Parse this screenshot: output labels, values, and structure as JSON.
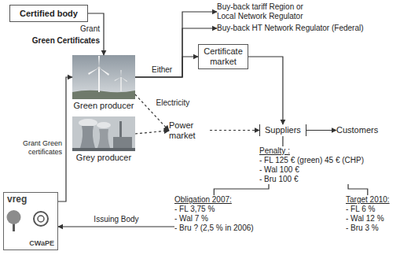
{
  "diagram": {
    "nodes": [
      {
        "text": [
          "Certified body"
        ]
      },
      {
        "text": [
          "Buy-back tariff Region or Local Network Regulator"
        ]
      },
      {
        "text": [
          "Buy-back HT Network Regulator (Federal)"
        ]
      },
      {
        "text": [
          "Certificate market"
        ]
      },
      {
        "text": [
          "Green producer"
        ]
      },
      {
        "text": [
          "Grey producer"
        ]
      },
      {
        "text": [
          "Power market"
        ]
      },
      {
        "text": [
          "Suppliers"
        ]
      },
      {
        "text": [
          "Customers"
        ]
      },
      {
        "text": [
          "Penalty :",
          "- FL 125 € (green) 45 € (CHP)",
          "- Wal 100 €",
          "- Bru 100 €"
        ]
      },
      {
        "text": [
          "Obligation 2007:",
          "- FL 3,75 %",
          "- Wal 7 %",
          "- Bru ? (2,5 % in 2006)"
        ]
      },
      {
        "text": [
          "Target 2010:",
          "- FL 6 %",
          "- Wal 12 %",
          "- Bru 3 %"
        ]
      },
      {
        "text": [
          "vreg",
          "CWaPE"
        ]
      }
    ],
    "edges": [
      {
        "from": 0,
        "to": 4,
        "label": "Grant",
        "arrow": "to"
      },
      {
        "from": 4,
        "to": 1,
        "arrow": "to"
      },
      {
        "from": 4,
        "to": 2,
        "arrow": "to"
      },
      {
        "from": 4,
        "to": 3,
        "arrow": "to"
      },
      {
        "from": 3,
        "to": 7,
        "arrow": "to"
      },
      {
        "from": 4,
        "to": 6,
        "label": "Electricity",
        "arrow": "to"
      },
      {
        "from": 5,
        "to": 6,
        "arrow": "to"
      },
      {
        "from": 6,
        "to": 7,
        "arrow": "to"
      },
      {
        "from": 7,
        "to": 8,
        "arrow": "to"
      },
      {
        "from": 7,
        "to": 9,
        "arrow": "none"
      },
      {
        "from": 9,
        "to": 10,
        "arrow": "none"
      },
      {
        "from": 9,
        "to": 11,
        "arrow": "none"
      },
      {
        "from": 10,
        "to": 12,
        "label": "Issuing Body",
        "arrow": "to"
      },
      {
        "from": 12,
        "to": 4,
        "label": "Grant Green certificates",
        "arrow": "to"
      }
    ],
    "labels": [
      "Either",
      "Green Certificates"
    ]
  }
}
